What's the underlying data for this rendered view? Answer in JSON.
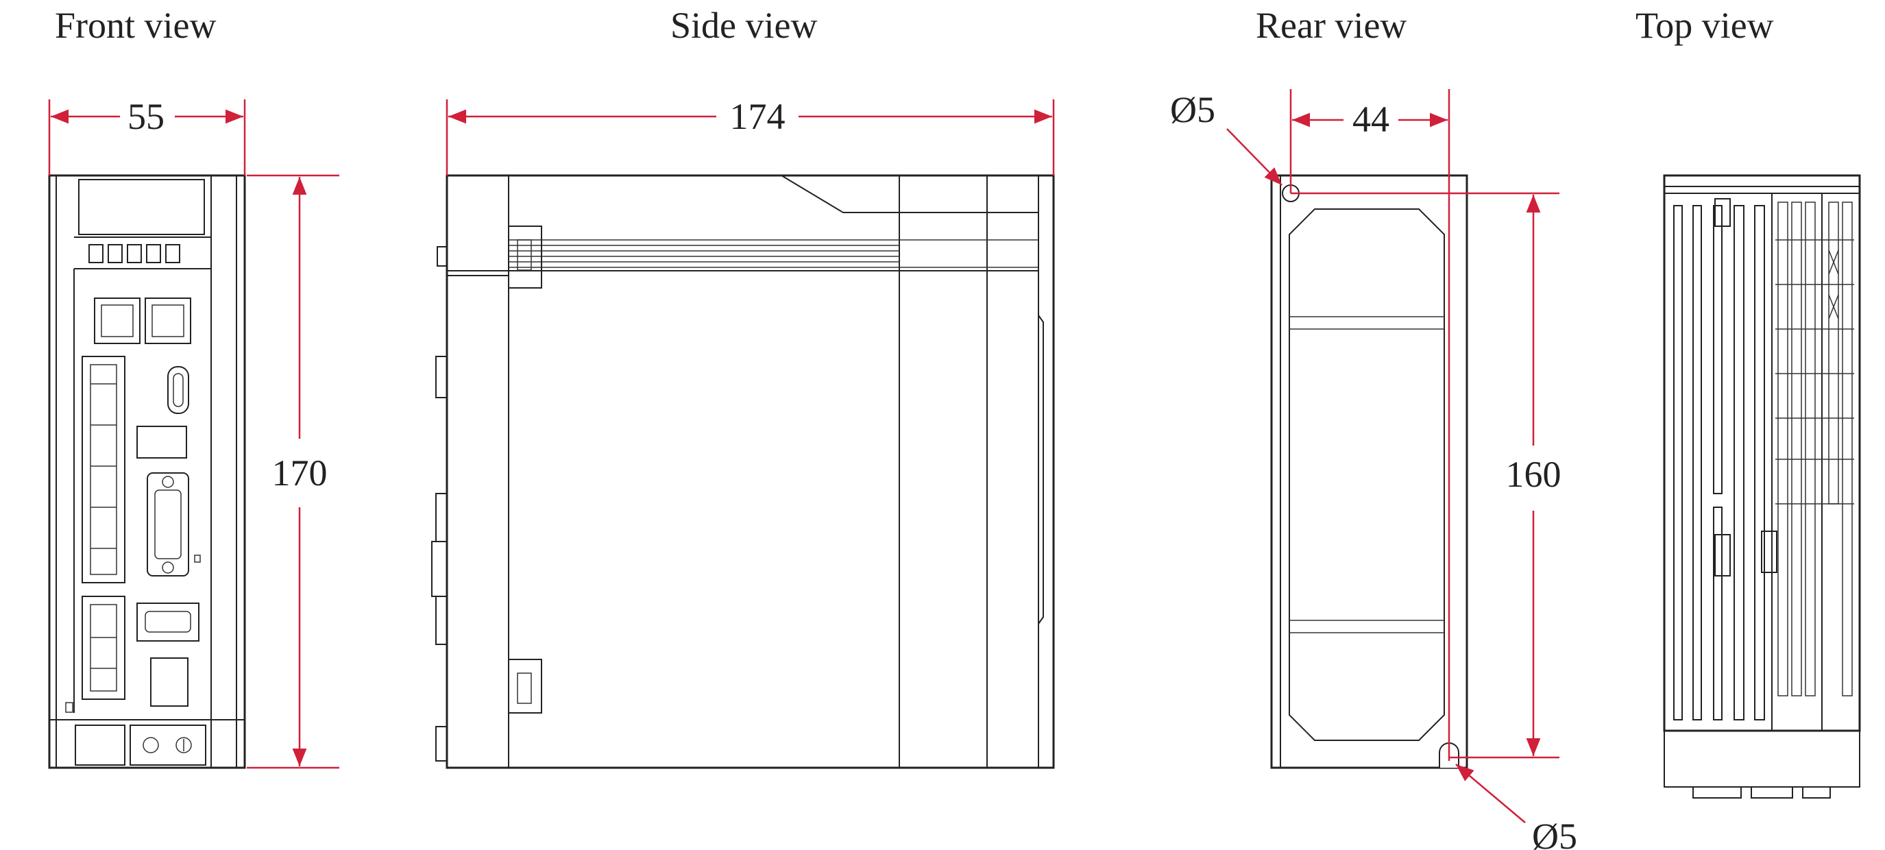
{
  "views": {
    "front": {
      "title": "Front view",
      "width_label": "55",
      "height_label": "170"
    },
    "side": {
      "title": "Side view",
      "length_label": "174"
    },
    "rear": {
      "title": "Rear view",
      "width_label": "44",
      "height_label": "160",
      "hole_top_label": "Ø5",
      "hole_bottom_label": "Ø5"
    },
    "top": {
      "title": "Top view"
    }
  },
  "colors": {
    "outline": "#222222",
    "dimension": "#d0203a",
    "background": "#ffffff"
  }
}
